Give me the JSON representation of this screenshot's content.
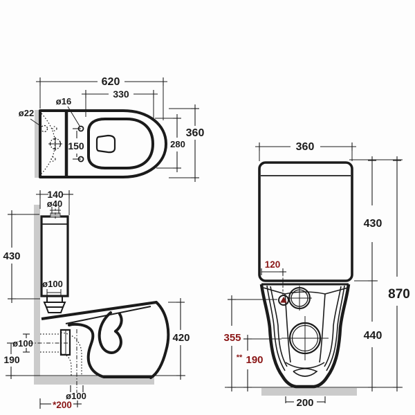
{
  "meta": {
    "type": "technical-dimension-drawing",
    "subject": "close-coupled toilet (WC) with cistern, three orthographic views",
    "units": "mm"
  },
  "colors": {
    "line": "#1b1b1b",
    "accent_red": "#8a1616",
    "wall_fill": "#cbcbcb",
    "background": "#fdfdfd"
  },
  "views": {
    "plan": {
      "name": "top view",
      "labels": {
        "overall_length": "620",
        "seat_opening_length": "330",
        "fixing_hole_dia": "ø16",
        "lid_hole_dia": "ø22",
        "fixing_hole_spacing": "150",
        "overall_width": "360",
        "seat_opening_width": "280"
      }
    },
    "side": {
      "name": "side view",
      "labels": {
        "inlet_offset": "140",
        "inlet_dia": "ø40",
        "cistern_height": "430",
        "flush_connection_dia": "ø100",
        "wall_outlet_dia": "ø100",
        "wall_outlet_height": "190",
        "bowl_height": "420",
        "floor_outlet_dia": "ø100",
        "floor_outlet_distance": "*200"
      }
    },
    "front": {
      "name": "front view",
      "labels": {
        "cistern_width": "360",
        "cistern_height": "430",
        "total_height": "870",
        "inlet_offset": "120",
        "supply_height": "355",
        "outlet_note_stars": "**",
        "outlet_height": "190",
        "bowl_height": "440",
        "base_width": "200"
      }
    }
  }
}
